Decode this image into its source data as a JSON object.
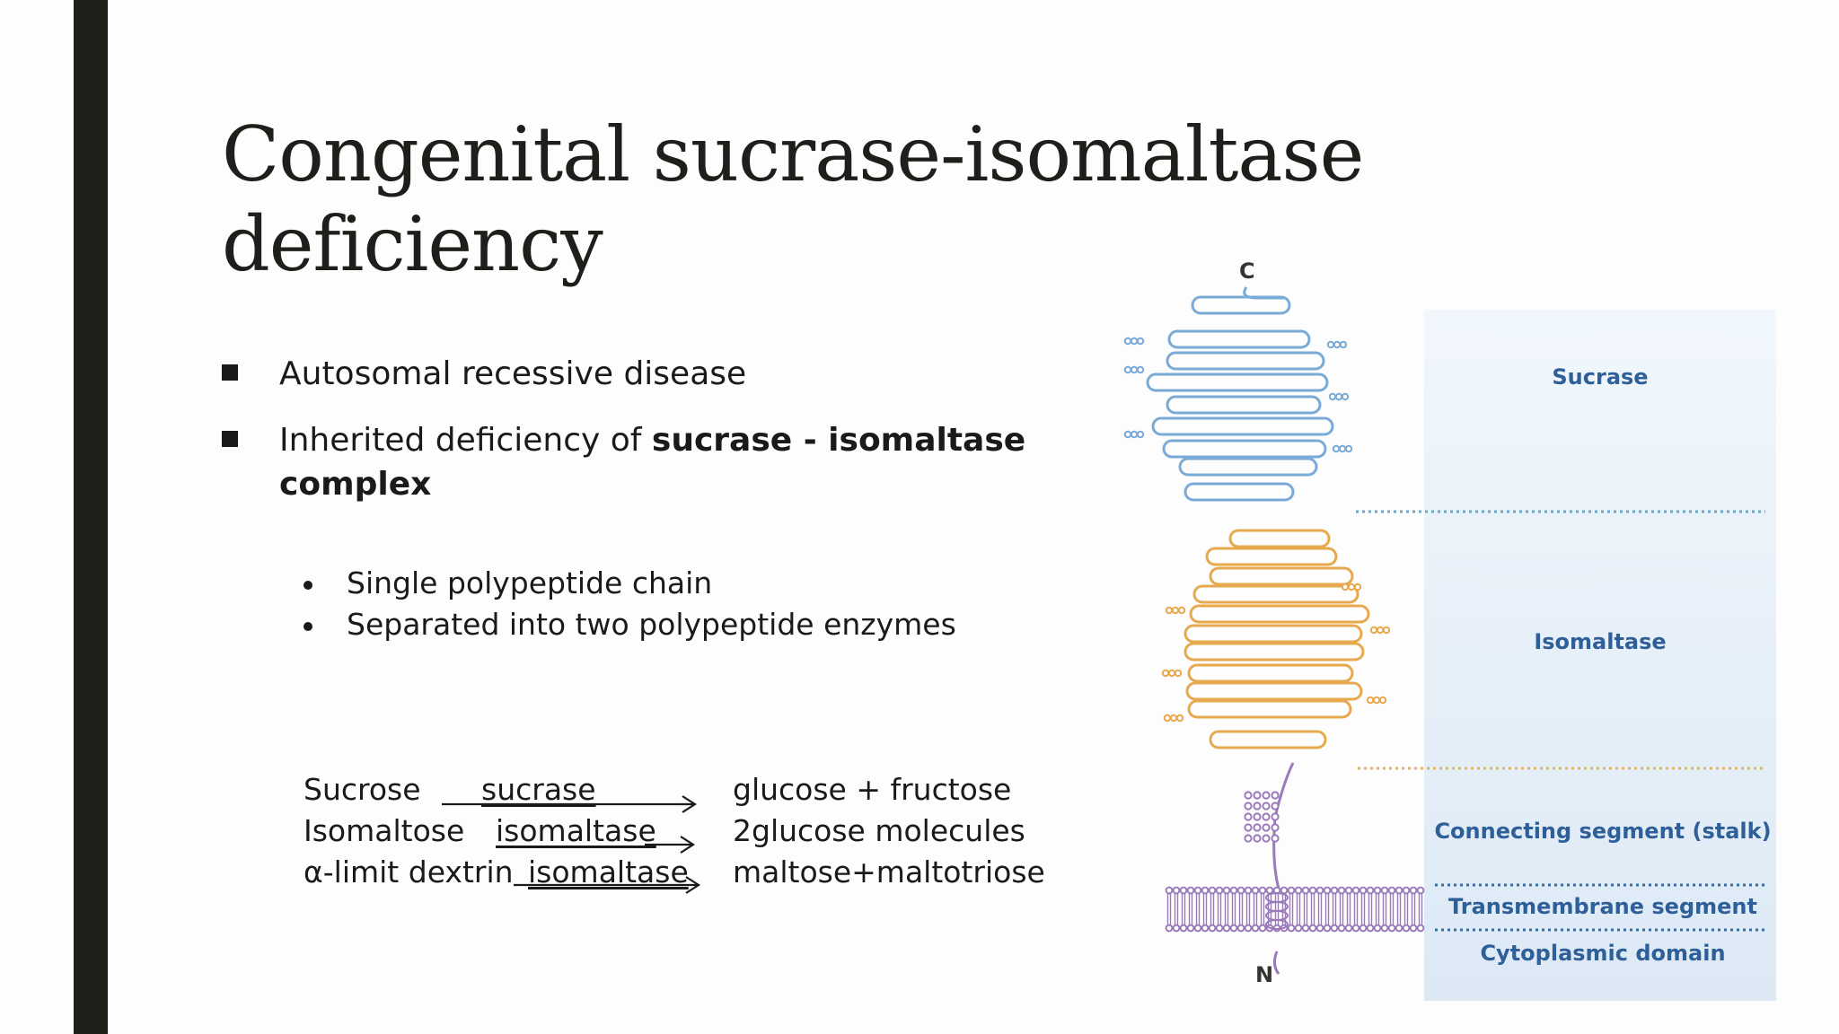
{
  "title": {
    "line1": "Congenital sucrase-isomaltase",
    "line2": "deficiency"
  },
  "bullets": [
    {
      "text": "Autosomal recessive disease"
    },
    {
      "text_before": "Inherited deficiency of ",
      "bold": "sucrase - isomaltase",
      "bold_line2": "complex"
    }
  ],
  "sub_bullets": [
    "Single polypeptide chain",
    "Separated into two polypeptide enzymes"
  ],
  "reactions": [
    {
      "substrate": "Sucrose",
      "enzyme": "sucrase",
      "product": "glucose + fructose"
    },
    {
      "substrate": "Isomaltose",
      "enzyme": "isomaltase",
      "product": "2glucose molecules"
    },
    {
      "substrate": "α-limit dextrin",
      "enzyme": "isomaltase",
      "product": "maltose+maltotriose"
    }
  ],
  "figure": {
    "terminal_c": "C",
    "terminal_n": "N",
    "domains": [
      "Sucrase",
      "Isomaltase",
      "Connecting segment (stalk)",
      "Transmembrane segment",
      "Cytoplasmic domain"
    ],
    "colors": {
      "sucrase": "#7aabd6",
      "isomaltase": "#e6a94e",
      "stalk": "#9a7ab8",
      "label": "#2f5f99",
      "panel": "#e7f1fa"
    }
  }
}
